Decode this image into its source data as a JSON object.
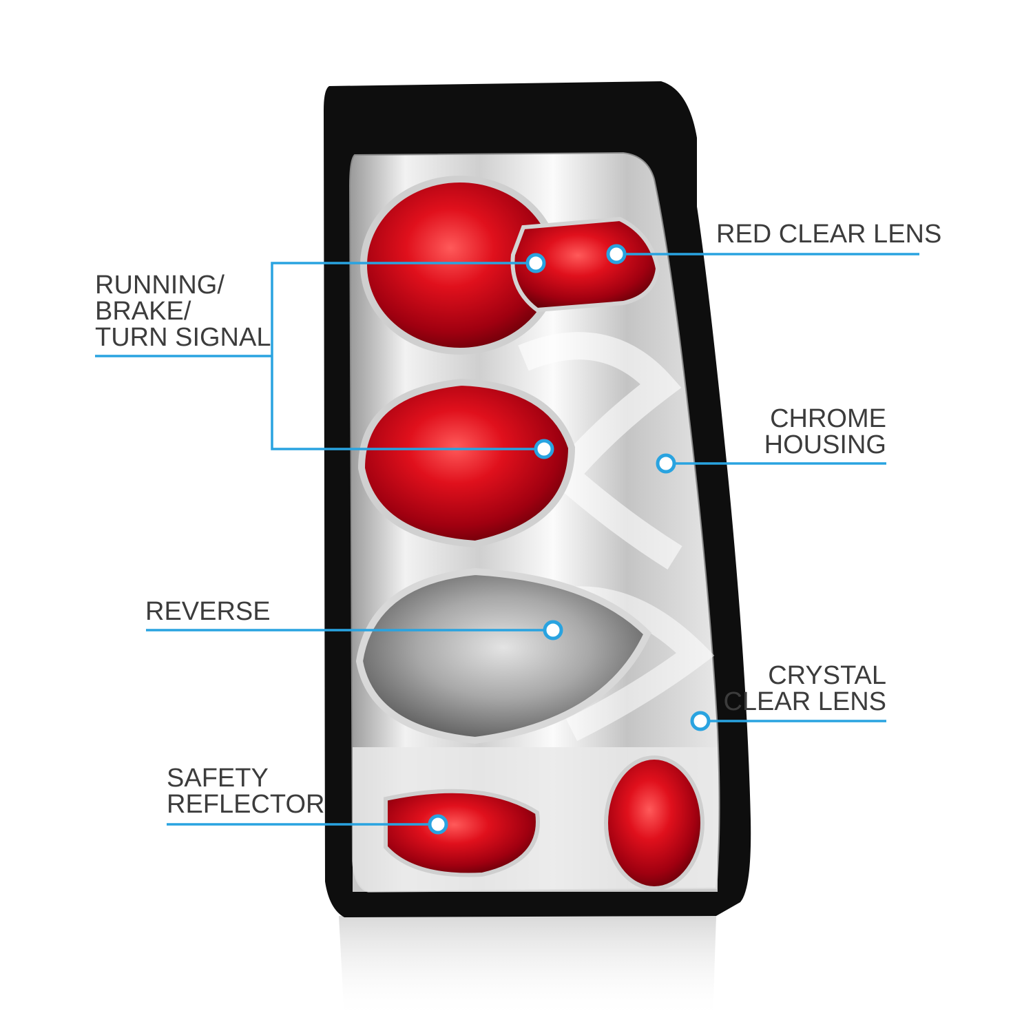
{
  "accent_color": "#29a3e0",
  "callouts": {
    "red_clear_lens": {
      "lines": [
        "RED CLEAR LENS"
      ]
    },
    "running_brake_turn": {
      "lines": [
        "RUNNING/",
        "BRAKE/",
        "TURN SIGNAL"
      ]
    },
    "chrome_housing": {
      "lines": [
        "CHROME",
        "HOUSING"
      ]
    },
    "reverse": {
      "lines": [
        "REVERSE"
      ]
    },
    "crystal_clear_lens": {
      "lines": [
        "CRYSTAL",
        "CLEAR LENS"
      ]
    },
    "safety_reflector": {
      "lines": [
        "SAFETY",
        "REFLECTOR"
      ]
    }
  },
  "product": {
    "description": "chrome housing tail light with red lenses"
  }
}
